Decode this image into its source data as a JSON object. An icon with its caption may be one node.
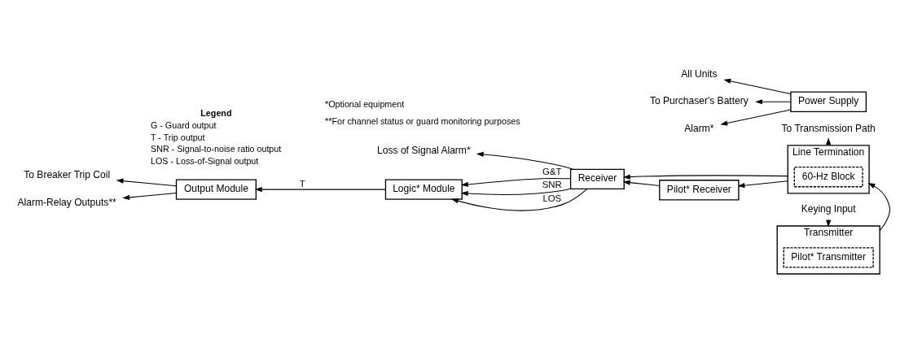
{
  "diagram": {
    "nodes": [
      {
        "text": [
          "Transmitter"
        ]
      },
      {
        "text": [
          "Pilot* Transmitter"
        ],
        "in": 0
      },
      {
        "text": [
          "Keying Input"
        ]
      },
      {
        "text": [
          "Line Termination"
        ]
      },
      {
        "text": [
          "60-Hz Block"
        ],
        "in": 3
      },
      {
        "text": [
          "To Transmission Path"
        ]
      },
      {
        "text": [
          "Loss of Signal Alarm*"
        ]
      },
      {
        "text": [
          "Receiver"
        ]
      },
      {
        "text": [
          "Pilot* Receiver"
        ]
      },
      {
        "text": [
          "Logic* Module"
        ]
      },
      {
        "text": [
          "Output Module"
        ]
      },
      {
        "text": [
          "To Breaker Trip Coil"
        ]
      },
      {
        "text": [
          "Alarm-Relay Outputs**"
        ]
      },
      {
        "text": [
          "All Units"
        ]
      },
      {
        "text": [
          "Power Supply"
        ]
      },
      {
        "text": [
          "To Purchaser's Battery"
        ]
      },
      {
        "text": [
          "Alarm*"
        ]
      }
    ],
    "edges": [
      {
        "from": 2,
        "to": 0,
        "arrow": "to"
      },
      {
        "from": 0,
        "to": 3,
        "arrow": "to"
      },
      {
        "from": 3,
        "to": 5,
        "arrow": "to"
      },
      {
        "from": 3,
        "to": 7,
        "arrow": "to"
      },
      {
        "from": 3,
        "to": 8,
        "arrow": "to"
      },
      {
        "from": 8,
        "to": 7,
        "arrow": "to"
      },
      {
        "from": 7,
        "to": 6,
        "arrow": "to"
      },
      {
        "from": 7,
        "to": 9,
        "arrow": "to",
        "label": "G&T"
      },
      {
        "from": 7,
        "to": 9,
        "arrow": "to",
        "label": "SNR"
      },
      {
        "from": 7,
        "to": 9,
        "arrow": "to",
        "label": "LOS"
      },
      {
        "from": 9,
        "to": 10,
        "arrow": "to",
        "label": "T"
      },
      {
        "from": 10,
        "to": 11,
        "arrow": "to"
      },
      {
        "from": 10,
        "to": 12,
        "arrow": "to"
      },
      {
        "from": 14,
        "to": 13,
        "arrow": "to"
      },
      {
        "from": 14,
        "to": 15,
        "arrow": "to"
      },
      {
        "from": 14,
        "to": 16,
        "arrow": "to"
      }
    ],
    "labels": [
      "Legend",
      "*Optional equipment",
      "**For channel status or guard monitoring purposes"
    ],
    "legend": [
      {
        "text": "G - Guard output"
      },
      {
        "text": "T - Trip output"
      },
      {
        "text": "SNR - Signal-to-noise ratio output"
      },
      {
        "text": "LOS - Loss-of-Signal output"
      }
    ]
  }
}
